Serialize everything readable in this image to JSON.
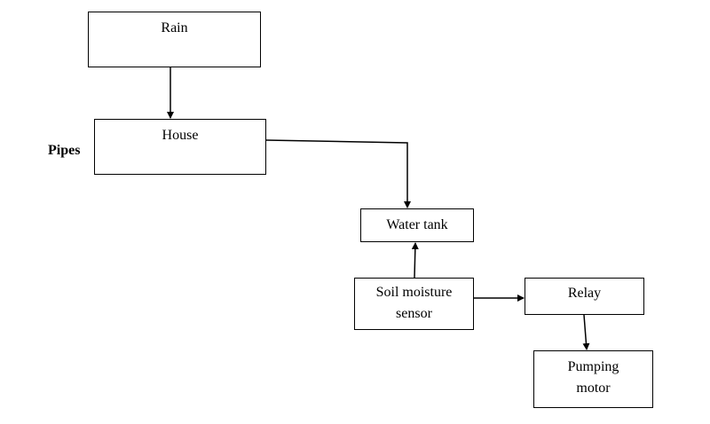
{
  "diagram": {
    "nodes": {
      "rain": "Rain",
      "house": "House",
      "water_tank": "Water tank",
      "soil_sensor": [
        "Soil moisture",
        "sensor"
      ],
      "relay": "Relay",
      "pumping_motor": [
        "Pumping",
        "motor"
      ]
    },
    "side_label": "Pipes",
    "line_color": "#000000"
  }
}
